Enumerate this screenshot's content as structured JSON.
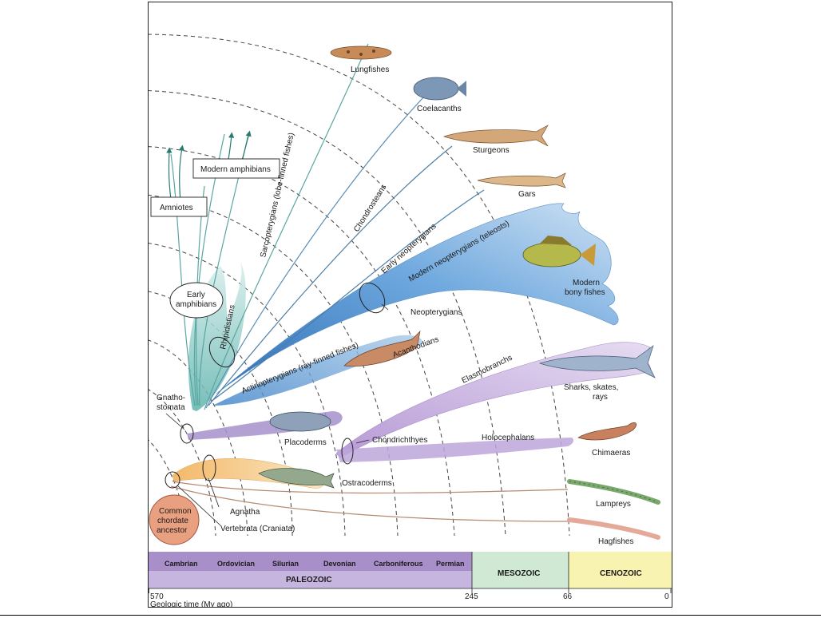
{
  "taxa": {
    "lungfishes": "Lungfishes",
    "coelacanths": "Coelacanths",
    "sturgeons": "Sturgeons",
    "gars": "Gars",
    "modern_bony_fishes_1": "Modern",
    "modern_bony_fishes_2": "bony fishes",
    "sharks_1": "Sharks, skates,",
    "sharks_2": "rays",
    "chimaeras": "Chimaeras",
    "lampreys": "Lampreys",
    "hagfishes": "Hagfishes",
    "modern_amphibians": "Modern amphibians",
    "amniotes": "Amniotes"
  },
  "clades": {
    "early_amphibians_1": "Early",
    "early_amphibians_2": "amphibians",
    "rhipidistians": "Rhipidistians",
    "sarcopterygians": "Sarcopterygians (lobe-finned fishes)",
    "chondrosteans": "Chondrosteans",
    "early_neopterygians": "Early neopterygians",
    "modern_neopterygians": "Modern neopterygians (teleosts)",
    "neopterygians": "Neopterygians",
    "acanthodians": "Acanthodians",
    "actinopterygians": "Actinopterygians (ray-finned fishes)",
    "elasmobranchs": "Elasmobranchs",
    "gnathostomata_1": "Gnatho-",
    "gnathostomata_2": "stomata",
    "placoderms": "Placoderms",
    "chondrichthyes": "Chondrichthyes",
    "holocephalans": "Holocephalans",
    "ostracoderms": "Ostracoderms",
    "agnatha": "Agnatha",
    "vertebrata": "Vertebrata (Craniata)",
    "ancestor_1": "Common",
    "ancestor_2": "chordate",
    "ancestor_3": "ancestor"
  },
  "timeline": {
    "periods": [
      "Cambrian",
      "Ordovician",
      "Silurian",
      "Devonian",
      "Carboniferous",
      "Permian"
    ],
    "paleozoic": "PALEOZOIC",
    "mesozoic": "MESOZOIC",
    "cenozoic": "CENOZOIC",
    "tick_570": "570",
    "tick_245": "245",
    "tick_66": "66",
    "tick_0": "0",
    "axis_label": "Geologic time (My ago)"
  },
  "colors": {
    "paleozoic": "#a98fca",
    "mesozoic": "#cfe9d4",
    "cenozoic": "#f8f3b0",
    "actinopterygians": "#4d8fd0",
    "elasmobranchs": "#c9b3dd",
    "placoderms": "#9e87c6",
    "ostracoderms": "#f5c986",
    "sarcopterygians": "#8cc8c4",
    "ancestor": "#e79b80"
  }
}
